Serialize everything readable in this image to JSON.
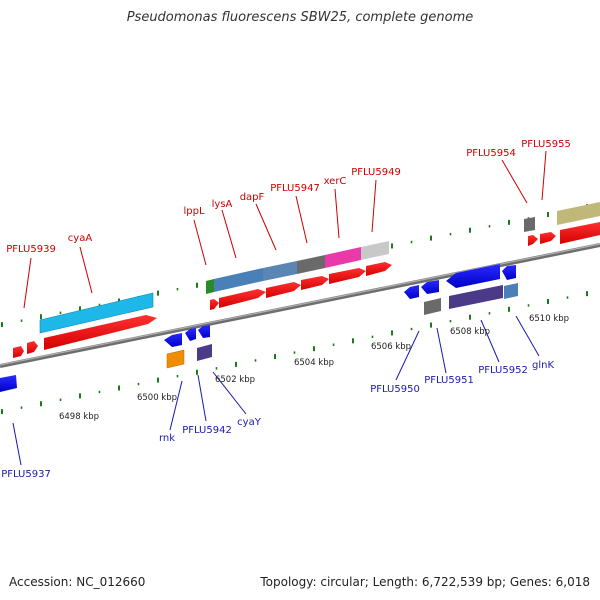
{
  "title": "Pseudomonas fluorescens SBW25, complete genome",
  "footer": {
    "accession": "Accession: NC_012660",
    "summary": "Topology: circular; Length: 6,722,539 bp; Genes: 6,018"
  },
  "colors": {
    "forward_label": "#cc0000",
    "reverse_label": "#1a1aaa",
    "tick": "#1a7a1a",
    "backbone": "#8c8c8c",
    "cds_forward": "#ff0000",
    "cds_reverse": "#0000ff"
  },
  "scale": {
    "unit": "kbp",
    "labels": [
      {
        "kbp": 6498,
        "text": "6498 kbp"
      },
      {
        "kbp": 6500,
        "text": "6500 kbp"
      },
      {
        "kbp": 6502,
        "text": "6502 kbp"
      },
      {
        "kbp": 6504,
        "text": "6504 kbp"
      },
      {
        "kbp": 6506,
        "text": "6506 kbp"
      },
      {
        "kbp": 6508,
        "text": "6508 kbp"
      },
      {
        "kbp": 6510,
        "text": "6510 kbp"
      }
    ]
  },
  "forward_genes": [
    "PFLU5939",
    "cyaA",
    "lppL",
    "lysA",
    "dapF",
    "PFLU5947",
    "xerC",
    "PFLU5949",
    "PFLU5954",
    "PFLU5955"
  ],
  "reverse_genes": [
    "PFLU5937",
    "rnk",
    "PFLU5942",
    "cyaY",
    "PFLU5950",
    "PFLU5951",
    "PFLU5952",
    "glnK"
  ]
}
